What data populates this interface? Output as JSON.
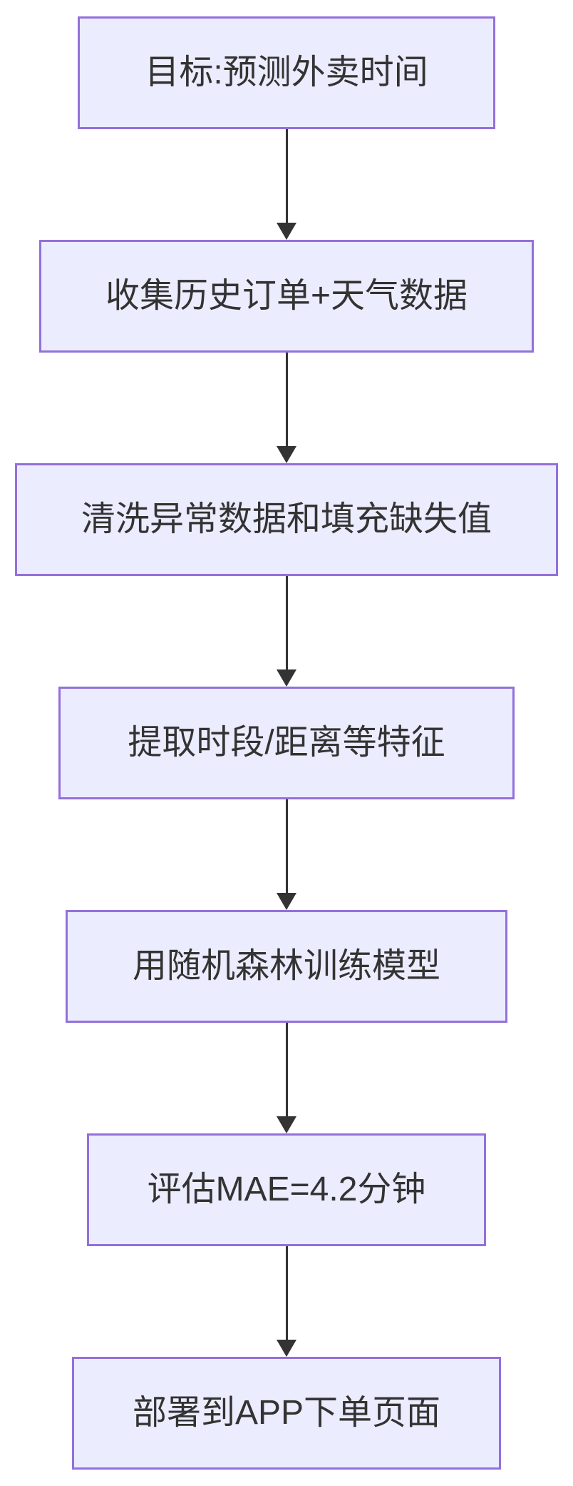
{
  "diagram": {
    "type": "flowchart",
    "direction": "top-down",
    "nodes": [
      {
        "label": "目标:预测外卖时间"
      },
      {
        "label": "收集历史订单+天气数据"
      },
      {
        "label": "清洗异常数据和填充缺失值"
      },
      {
        "label": "提取时段/距离等特征"
      },
      {
        "label": "用随机森林训练模型"
      },
      {
        "label": "评估MAE=4.2分钟"
      },
      {
        "label": "部署到APP下单页面"
      }
    ],
    "edges": [
      {
        "from": 0,
        "to": 1
      },
      {
        "from": 1,
        "to": 2
      },
      {
        "from": 2,
        "to": 3
      },
      {
        "from": 3,
        "to": 4
      },
      {
        "from": 4,
        "to": 5
      },
      {
        "from": 5,
        "to": 6
      }
    ],
    "colors": {
      "background": "#FFFFFF",
      "node_fill": "#ECECFF",
      "node_border": "#9370DB",
      "text": "#333333",
      "arrow": "#333333"
    }
  }
}
